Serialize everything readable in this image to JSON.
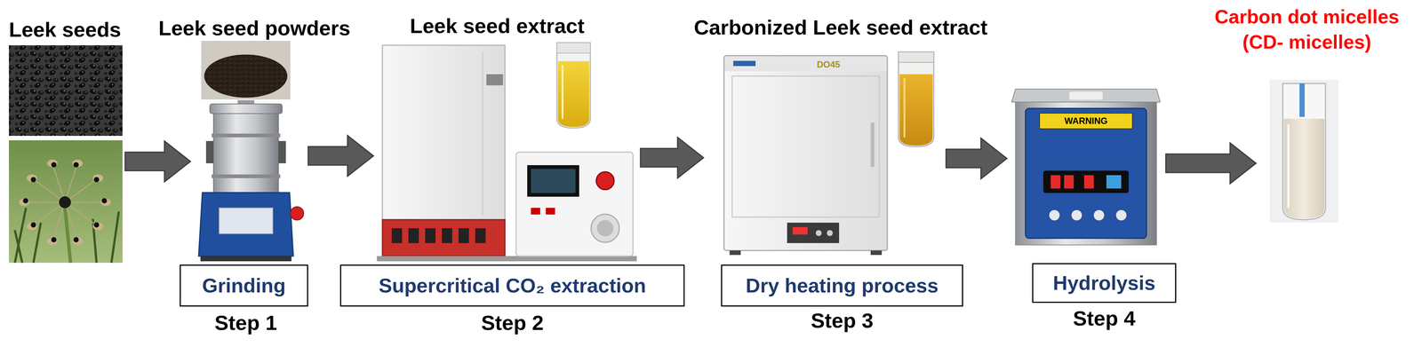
{
  "diagram": {
    "nodes": [
      {
        "text": [
          "Grinding"
        ]
      },
      {
        "text": [
          "Supercritical CO₂ extraction"
        ]
      },
      {
        "text": [
          "Dry heating process"
        ]
      },
      {
        "text": [
          "Hydrolysis"
        ]
      }
    ],
    "labels": [
      "Leek seeds",
      "Leek seed powders",
      "Leek seed extract",
      "Carbonized Leek seed extract",
      "DO45",
      "WARNING",
      "Carbon dot micelles (CD- micelles)",
      "Step 1",
      "Step 2",
      "Step 3",
      "Step 4"
    ]
  }
}
